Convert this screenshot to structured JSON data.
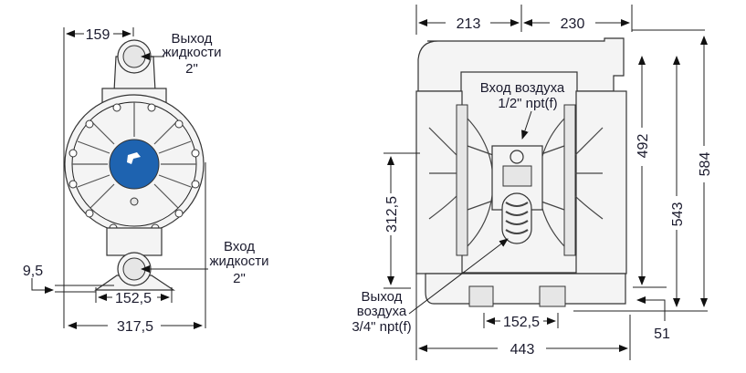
{
  "front_view": {
    "dimensions": {
      "outlet_offset": "159",
      "overall_width": "317,5",
      "base_width": "152,5",
      "base_height": "9,5"
    },
    "fluid_outlet": {
      "line1": "Выход",
      "line2": "жидкости",
      "line3": "2\""
    },
    "fluid_inlet": {
      "line1": "Вход",
      "line2": "жидкости",
      "line3": "2\""
    },
    "center_disk_color": "#1e63b0"
  },
  "side_view": {
    "dimensions": {
      "left_half": "213",
      "right_half": "230",
      "height_to_inlet": "492",
      "height_to_outlet": "543",
      "overall_height": "584",
      "air_exhaust_height": "312,5",
      "base_spacing": "152,5",
      "overall_width": "443",
      "foot_offset": "51"
    },
    "air_inlet": {
      "line1": "Вход воздуха",
      "line2": "1/2\" npt(f)"
    },
    "air_exhaust": {
      "line1": "Выход",
      "line2": "воздуха",
      "line3": "3/4\" npt(f)"
    }
  }
}
